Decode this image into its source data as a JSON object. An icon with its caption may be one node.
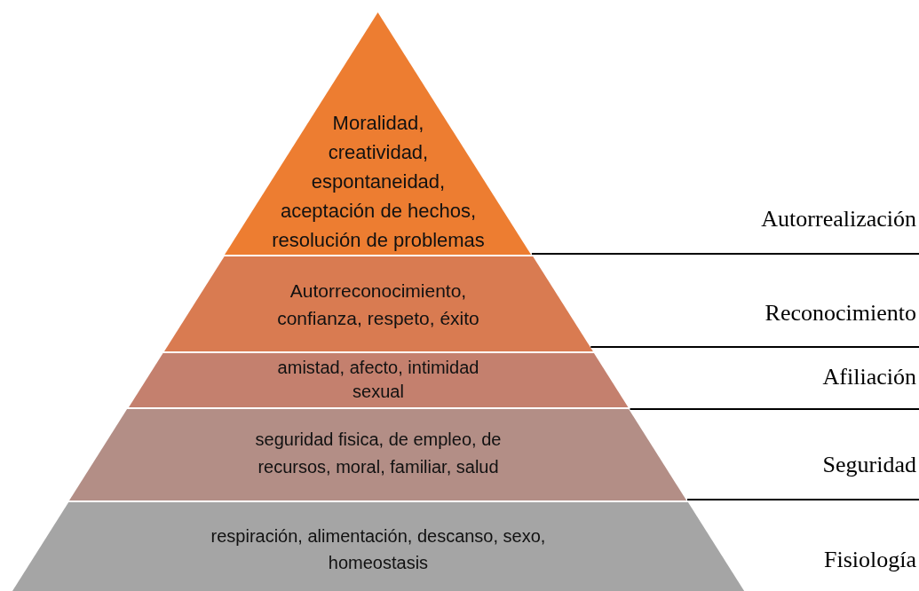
{
  "diagram": {
    "nodes": [
      {
        "text": [
          "Moralidad, creatividad, espontaneidad, aceptación de hechos, resolución de problemas"
        ]
      },
      {
        "text": [
          "Autorreconocimiento, confianza, respeto, éxito"
        ]
      },
      {
        "text": [
          "amistad, afecto, intimidad sexual"
        ]
      },
      {
        "text": [
          "seguridad fisica, de empleo, de recursos, moral, familiar, salud"
        ]
      },
      {
        "text": [
          "respiración, alimentación, descanso, sexo, homeostasis"
        ]
      }
    ],
    "labels": [
      "Autorrealización",
      "Reconocimiento",
      "Afiliación",
      "Seguridad",
      "Fisiología"
    ]
  }
}
